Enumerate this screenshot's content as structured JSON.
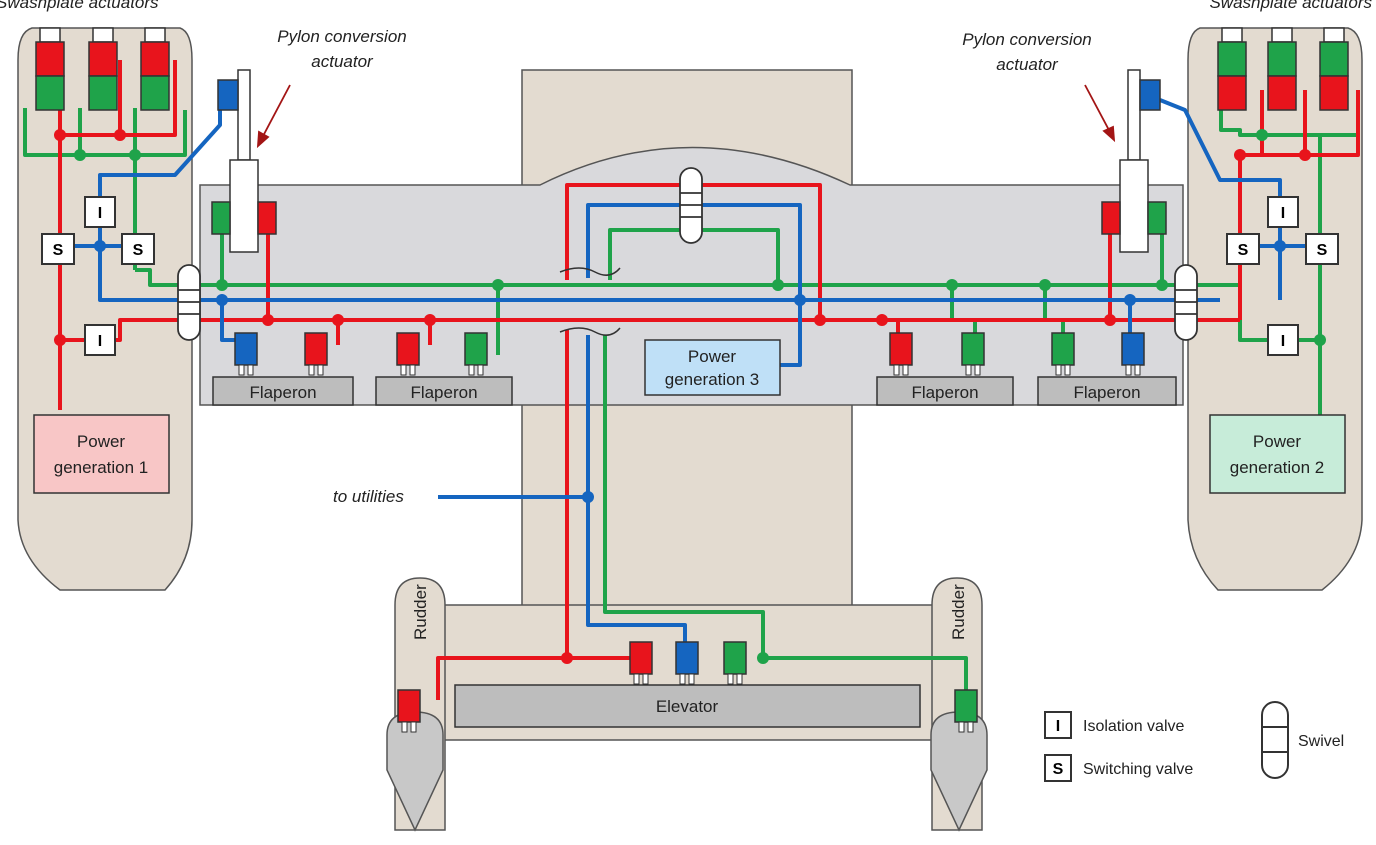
{
  "labels": {
    "swashplate_left": "Swashplate actuators",
    "swashplate_right": "Swashplate actuators",
    "pylon_left_1": "Pylon conversion",
    "pylon_left_2": "actuator",
    "pylon_right_1": "Pylon conversion",
    "pylon_right_2": "actuator",
    "flaperon": "Flaperon",
    "power_gen_1_l1": "Power",
    "power_gen_1_l2": "generation 1",
    "power_gen_2_l1": "Power",
    "power_gen_2_l2": "generation 2",
    "power_gen_3_l1": "Power",
    "power_gen_3_l2": "generation 3",
    "to_utilities": "to utilities",
    "elevator": "Elevator",
    "rudder": "Rudder"
  },
  "valves": {
    "isolation_letter": "I",
    "switching_letter": "S"
  },
  "legend": {
    "isolation_valve": "Isolation valve",
    "switching_valve": "Switching valve",
    "swivel": "Swivel"
  },
  "colors": {
    "system1": "#e8141c",
    "system2": "#1fa34a",
    "system3": "#1565c0",
    "structure": "#e3dbd0",
    "wing": "#d9d9dc",
    "power1": "#f8c6c6",
    "power2": "#c7ecd9",
    "power3": "#bfe0f7"
  }
}
